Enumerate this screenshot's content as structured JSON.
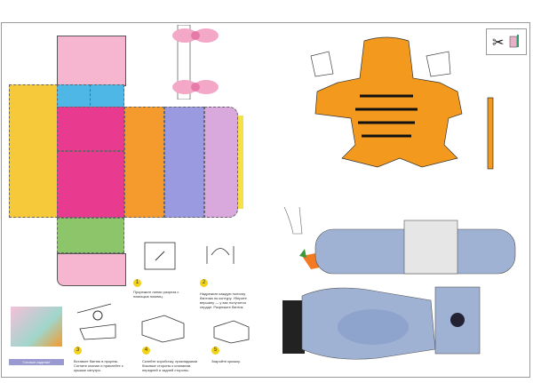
{
  "box_template": {
    "panel_colors": [
      "#f28fb8",
      "#f6c93a",
      "#e83a8e",
      "#4fb7e6",
      "#f59a2c",
      "#9a9ae0",
      "#d9a8dc",
      "#8dc56b"
    ],
    "steps": [
      {
        "number": "1",
        "text": "Прорежьте линии разреза с помощью ножниц."
      },
      {
        "number": "2",
        "text": "Надрежьте каждую полоску бантика по контуру. Уберите вершину — у вас получится сердце. Разрежьте бантик."
      },
      {
        "number": "3",
        "text": "Вставьте бантик в прорезь. Согните клапан и приклейте к крышке изнутри."
      },
      {
        "number": "4",
        "text": "Склейте коробочку, прикладывая боковые стороны к клапанам передней и задней стороны."
      },
      {
        "number": "5",
        "text": "Закройте крышку."
      }
    ],
    "finished_label": "Готовое изделие"
  },
  "tools_icons": [
    "scissors-icon",
    "glue-icon"
  ],
  "colors": {
    "tiger": "#f39a1e",
    "rabbit": "#9fb2d4",
    "carrot": "#f27a22",
    "frame": "#9a9a9a"
  }
}
